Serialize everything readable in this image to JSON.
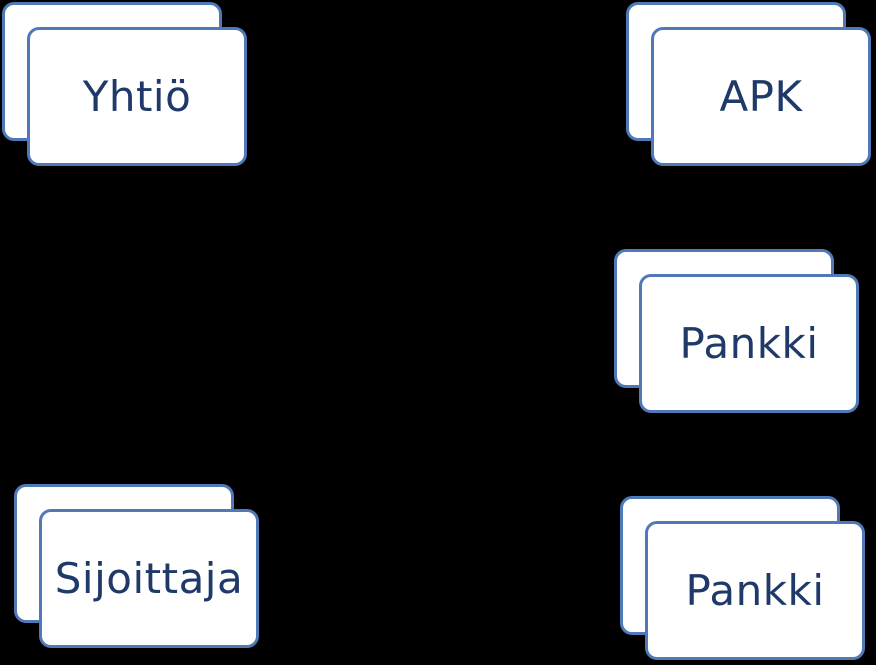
{
  "colors": {
    "background": "#000000",
    "card_fill": "#ffffff",
    "card_border": "#4f79b7",
    "label_text": "#1f3a68"
  },
  "nodes": [
    {
      "label": "Yhtiö"
    },
    {
      "label": "APK"
    },
    {
      "label": "Pankki"
    },
    {
      "label": "Sijoittaja"
    },
    {
      "label": "Pankki"
    }
  ]
}
